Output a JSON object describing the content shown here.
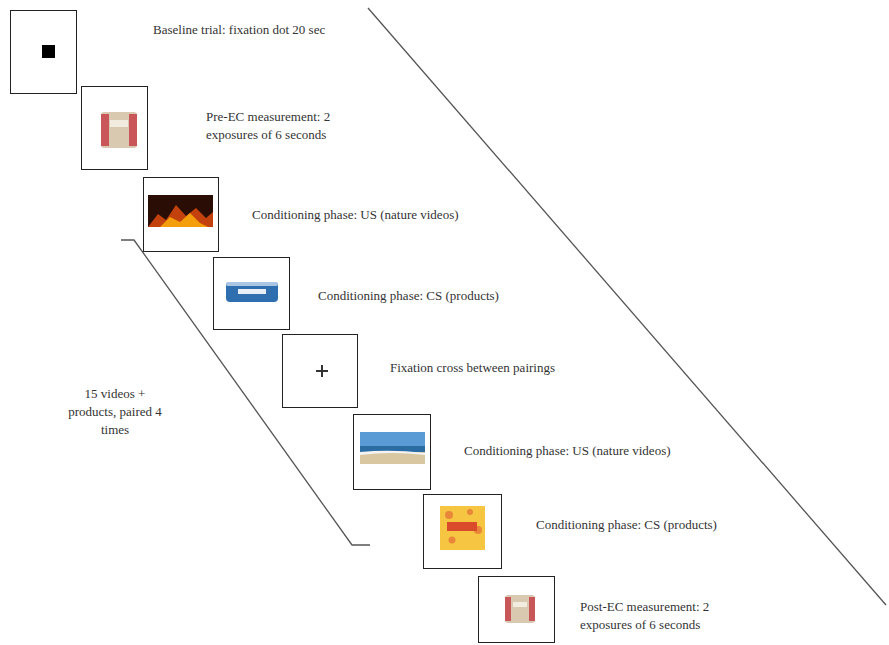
{
  "diagram": {
    "labels": [
      "Baseline trial: fixation dot 20 sec",
      "Pre-EC measurement: 2 exposures of 6 seconds",
      "Conditioning phase: US (nature videos)",
      "Conditioning phase: CS (products)",
      "Fixation cross between pairings",
      "Conditioning phase: US (nature videos)",
      "Conditioning phase: CS (products)",
      "Post-EC measurement: 2 exposures of 6 seconds",
      "15 videos + products, paired 4 times"
    ]
  }
}
